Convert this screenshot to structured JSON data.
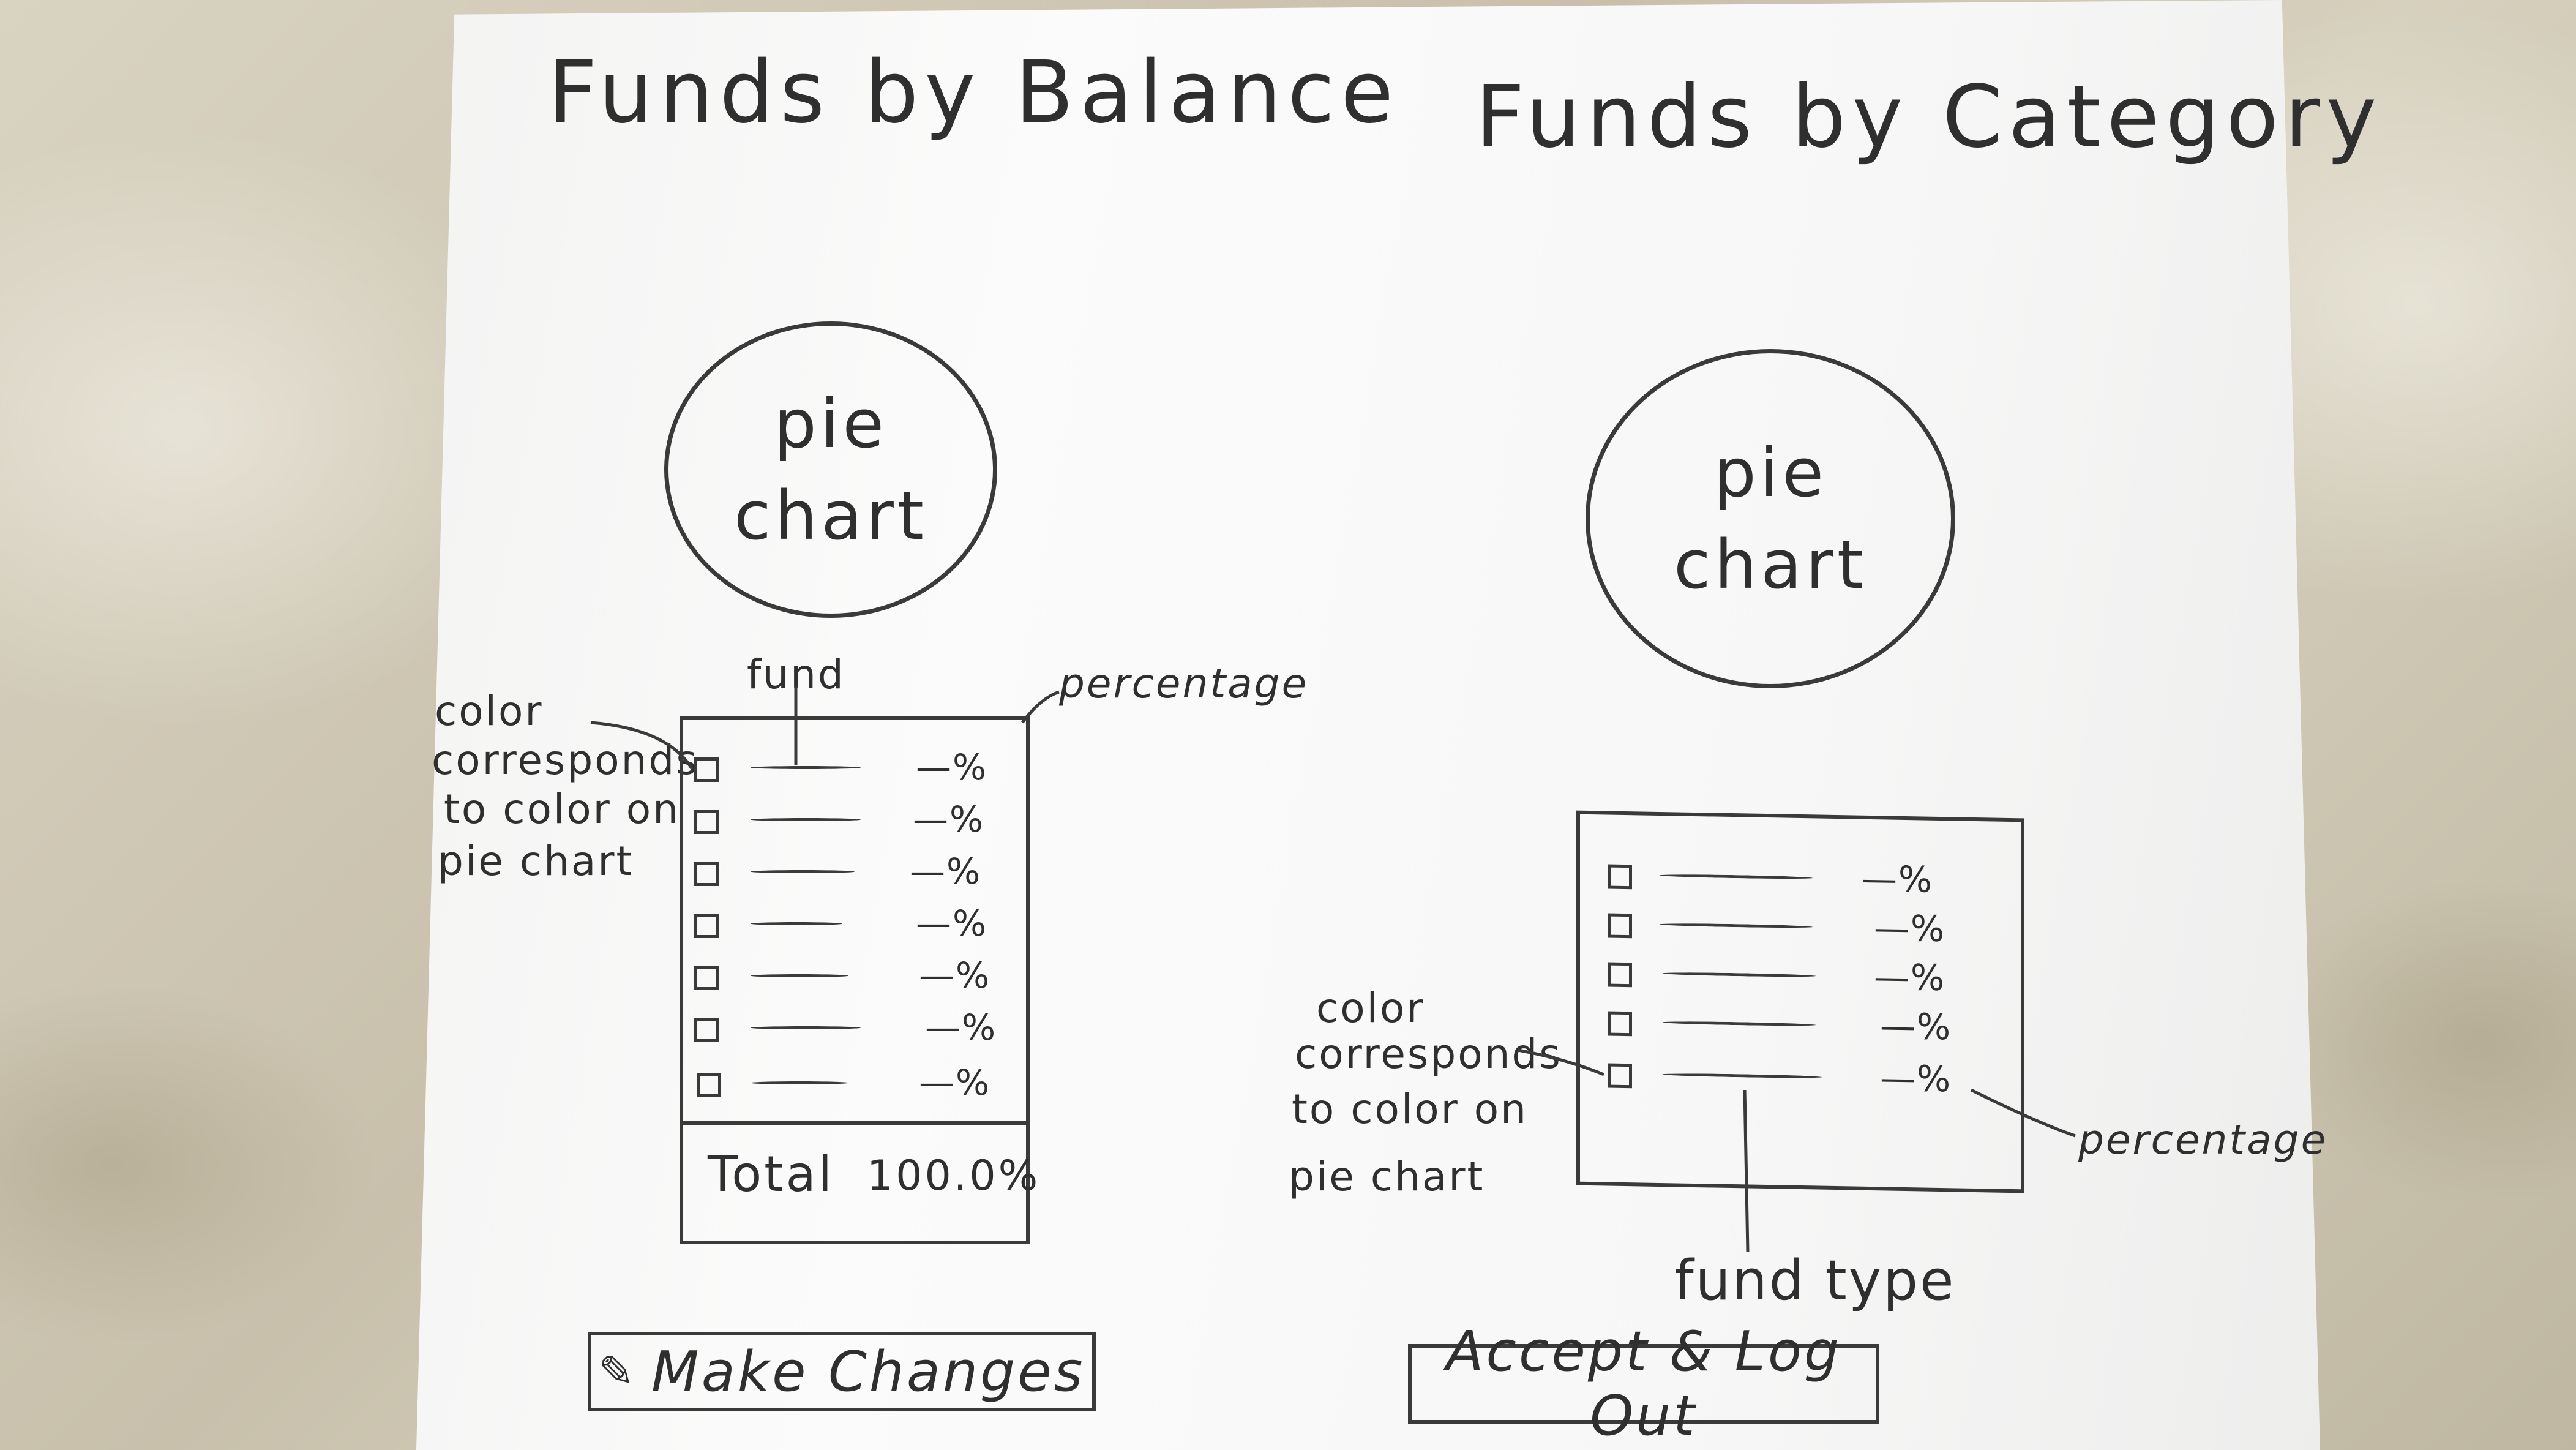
{
  "left_panel": {
    "title": "Funds by Balance",
    "pie_label_line1": "pie",
    "pie_label_line2": "chart",
    "annotation_fund": "fund",
    "annotation_percentage": "percentage",
    "annotation_color": [
      "color",
      "corresponds",
      "to color on",
      "pie chart"
    ],
    "rows": [
      {
        "pct": "—%"
      },
      {
        "pct": "—%"
      },
      {
        "pct": "—%"
      },
      {
        "pct": "—%"
      },
      {
        "pct": "—%"
      },
      {
        "pct": "—%"
      },
      {
        "pct": "—%"
      }
    ],
    "total_label": "Total",
    "total_value": "100.0%",
    "button_label": "Make Changes",
    "button_icon": "edit-icon"
  },
  "right_panel": {
    "title": "Funds by Category",
    "pie_label_line1": "pie",
    "pie_label_line2": "chart",
    "annotation_color": [
      "color",
      "corresponds",
      "to color on",
      "pie chart"
    ],
    "annotation_percentage": "percentage",
    "annotation_fund_type": "fund type",
    "rows": [
      {
        "pct": "—%"
      },
      {
        "pct": "—%"
      },
      {
        "pct": "—%"
      },
      {
        "pct": "—%"
      },
      {
        "pct": "—%"
      }
    ],
    "button_label": "Accept & Log Out"
  },
  "colors": {
    "ink": "#2f2f2f",
    "paper": "#f8f8f7",
    "background": "#cfc8b6"
  }
}
